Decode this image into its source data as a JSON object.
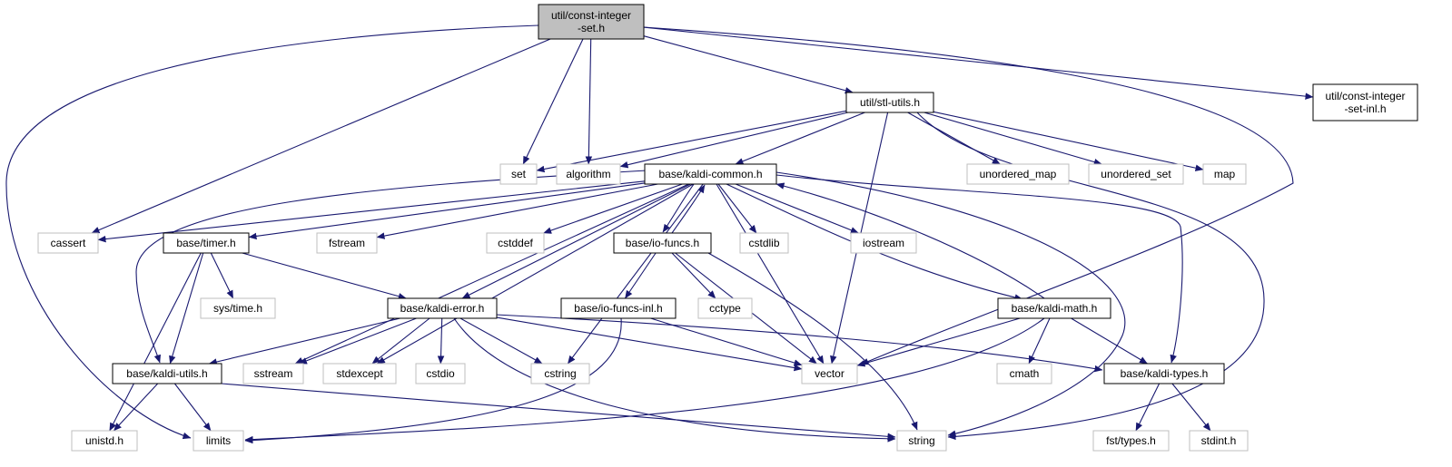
{
  "graph": {
    "nodes": [
      {
        "id": "const-integer-set-h",
        "lines": [
          "util/const-integer",
          "-set.h"
        ],
        "kind": "root"
      },
      {
        "id": "stl-utils-h",
        "lines": [
          "util/stl-utils.h"
        ],
        "kind": "linked"
      },
      {
        "id": "const-integer-set-inl-h",
        "lines": [
          "util/const-integer",
          "-set-inl.h"
        ],
        "kind": "linked"
      },
      {
        "id": "set",
        "lines": [
          "set"
        ],
        "kind": "system"
      },
      {
        "id": "algorithm",
        "lines": [
          "algorithm"
        ],
        "kind": "system"
      },
      {
        "id": "kaldi-common-h",
        "lines": [
          "base/kaldi-common.h"
        ],
        "kind": "linked"
      },
      {
        "id": "unordered-map",
        "lines": [
          "unordered_map"
        ],
        "kind": "system"
      },
      {
        "id": "unordered-set",
        "lines": [
          "unordered_set"
        ],
        "kind": "system"
      },
      {
        "id": "map",
        "lines": [
          "map"
        ],
        "kind": "system"
      },
      {
        "id": "cassert",
        "lines": [
          "cassert"
        ],
        "kind": "system"
      },
      {
        "id": "timer-h",
        "lines": [
          "base/timer.h"
        ],
        "kind": "linked"
      },
      {
        "id": "fstream",
        "lines": [
          "fstream"
        ],
        "kind": "system"
      },
      {
        "id": "cstddef",
        "lines": [
          "cstddef"
        ],
        "kind": "system"
      },
      {
        "id": "io-funcs-h",
        "lines": [
          "base/io-funcs.h"
        ],
        "kind": "linked"
      },
      {
        "id": "cstdlib",
        "lines": [
          "cstdlib"
        ],
        "kind": "system"
      },
      {
        "id": "iostream",
        "lines": [
          "iostream"
        ],
        "kind": "system"
      },
      {
        "id": "sys-time-h",
        "lines": [
          "sys/time.h"
        ],
        "kind": "system"
      },
      {
        "id": "kaldi-error-h",
        "lines": [
          "base/kaldi-error.h"
        ],
        "kind": "linked"
      },
      {
        "id": "io-funcs-inl-h",
        "lines": [
          "base/io-funcs-inl.h"
        ],
        "kind": "linked"
      },
      {
        "id": "cctype",
        "lines": [
          "cctype"
        ],
        "kind": "system"
      },
      {
        "id": "kaldi-math-h",
        "lines": [
          "base/kaldi-math.h"
        ],
        "kind": "linked"
      },
      {
        "id": "kaldi-utils-h",
        "lines": [
          "base/kaldi-utils.h"
        ],
        "kind": "linked"
      },
      {
        "id": "sstream",
        "lines": [
          "sstream"
        ],
        "kind": "system"
      },
      {
        "id": "stdexcept",
        "lines": [
          "stdexcept"
        ],
        "kind": "system"
      },
      {
        "id": "cstdio",
        "lines": [
          "cstdio"
        ],
        "kind": "system"
      },
      {
        "id": "cstring",
        "lines": [
          "cstring"
        ],
        "kind": "system"
      },
      {
        "id": "vector",
        "lines": [
          "vector"
        ],
        "kind": "system"
      },
      {
        "id": "cmath",
        "lines": [
          "cmath"
        ],
        "kind": "system"
      },
      {
        "id": "kaldi-types-h",
        "lines": [
          "base/kaldi-types.h"
        ],
        "kind": "linked"
      },
      {
        "id": "unistd-h",
        "lines": [
          "unistd.h"
        ],
        "kind": "system"
      },
      {
        "id": "limits",
        "lines": [
          "limits"
        ],
        "kind": "system"
      },
      {
        "id": "string",
        "lines": [
          "string"
        ],
        "kind": "system"
      },
      {
        "id": "fst-types-h",
        "lines": [
          "fst/types.h"
        ],
        "kind": "system"
      },
      {
        "id": "stdint-h",
        "lines": [
          "stdint.h"
        ],
        "kind": "system"
      }
    ],
    "edges": [
      {
        "from": "const-integer-set-h",
        "to": "stl-utils-h"
      },
      {
        "from": "const-integer-set-h",
        "to": "const-integer-set-inl-h"
      },
      {
        "from": "const-integer-set-h",
        "to": "set"
      },
      {
        "from": "const-integer-set-h",
        "to": "algorithm"
      },
      {
        "from": "const-integer-set-h",
        "to": "cassert"
      },
      {
        "from": "const-integer-set-h",
        "to": "limits"
      },
      {
        "from": "const-integer-set-h",
        "to": "vector"
      },
      {
        "from": "stl-utils-h",
        "to": "set"
      },
      {
        "from": "stl-utils-h",
        "to": "algorithm"
      },
      {
        "from": "stl-utils-h",
        "to": "kaldi-common-h"
      },
      {
        "from": "stl-utils-h",
        "to": "unordered-map"
      },
      {
        "from": "stl-utils-h",
        "to": "unordered-set"
      },
      {
        "from": "stl-utils-h",
        "to": "map"
      },
      {
        "from": "stl-utils-h",
        "to": "vector"
      },
      {
        "from": "stl-utils-h",
        "to": "string"
      },
      {
        "from": "kaldi-common-h",
        "to": "cassert"
      },
      {
        "from": "kaldi-common-h",
        "to": "timer-h"
      },
      {
        "from": "kaldi-common-h",
        "to": "fstream"
      },
      {
        "from": "kaldi-common-h",
        "to": "cstddef"
      },
      {
        "from": "kaldi-common-h",
        "to": "io-funcs-h"
      },
      {
        "from": "kaldi-common-h",
        "to": "cstdlib"
      },
      {
        "from": "kaldi-common-h",
        "to": "iostream"
      },
      {
        "from": "kaldi-common-h",
        "to": "kaldi-error-h"
      },
      {
        "from": "kaldi-common-h",
        "to": "kaldi-math-h"
      },
      {
        "from": "kaldi-common-h",
        "to": "kaldi-utils-h"
      },
      {
        "from": "kaldi-common-h",
        "to": "sstream"
      },
      {
        "from": "kaldi-common-h",
        "to": "stdexcept"
      },
      {
        "from": "kaldi-common-h",
        "to": "cstring"
      },
      {
        "from": "kaldi-common-h",
        "to": "vector"
      },
      {
        "from": "kaldi-common-h",
        "to": "kaldi-types-h"
      },
      {
        "from": "kaldi-common-h",
        "to": "string"
      },
      {
        "from": "io-funcs-h",
        "to": "kaldi-common-h"
      },
      {
        "from": "io-funcs-h",
        "to": "io-funcs-inl-h"
      },
      {
        "from": "io-funcs-h",
        "to": "cctype"
      },
      {
        "from": "io-funcs-h",
        "to": "vector"
      },
      {
        "from": "io-funcs-h",
        "to": "string"
      },
      {
        "from": "io-funcs-inl-h",
        "to": "vector"
      },
      {
        "from": "io-funcs-inl-h",
        "to": "limits"
      },
      {
        "from": "timer-h",
        "to": "sys-time-h"
      },
      {
        "from": "timer-h",
        "to": "kaldi-error-h"
      },
      {
        "from": "timer-h",
        "to": "kaldi-utils-h"
      },
      {
        "from": "timer-h",
        "to": "unistd-h"
      },
      {
        "from": "kaldi-error-h",
        "to": "kaldi-utils-h"
      },
      {
        "from": "kaldi-error-h",
        "to": "sstream"
      },
      {
        "from": "kaldi-error-h",
        "to": "stdexcept"
      },
      {
        "from": "kaldi-error-h",
        "to": "cstdio"
      },
      {
        "from": "kaldi-error-h",
        "to": "cstring"
      },
      {
        "from": "kaldi-error-h",
        "to": "vector"
      },
      {
        "from": "kaldi-error-h",
        "to": "kaldi-types-h"
      },
      {
        "from": "kaldi-error-h",
        "to": "string"
      },
      {
        "from": "kaldi-math-h",
        "to": "kaldi-common-h"
      },
      {
        "from": "kaldi-math-h",
        "to": "vector"
      },
      {
        "from": "kaldi-math-h",
        "to": "cmath"
      },
      {
        "from": "kaldi-math-h",
        "to": "kaldi-types-h"
      },
      {
        "from": "kaldi-math-h",
        "to": "limits"
      },
      {
        "from": "kaldi-utils-h",
        "to": "unistd-h"
      },
      {
        "from": "kaldi-utils-h",
        "to": "limits"
      },
      {
        "from": "kaldi-utils-h",
        "to": "string"
      },
      {
        "from": "kaldi-types-h",
        "to": "fst-types-h"
      },
      {
        "from": "kaldi-types-h",
        "to": "stdint-h"
      }
    ]
  }
}
